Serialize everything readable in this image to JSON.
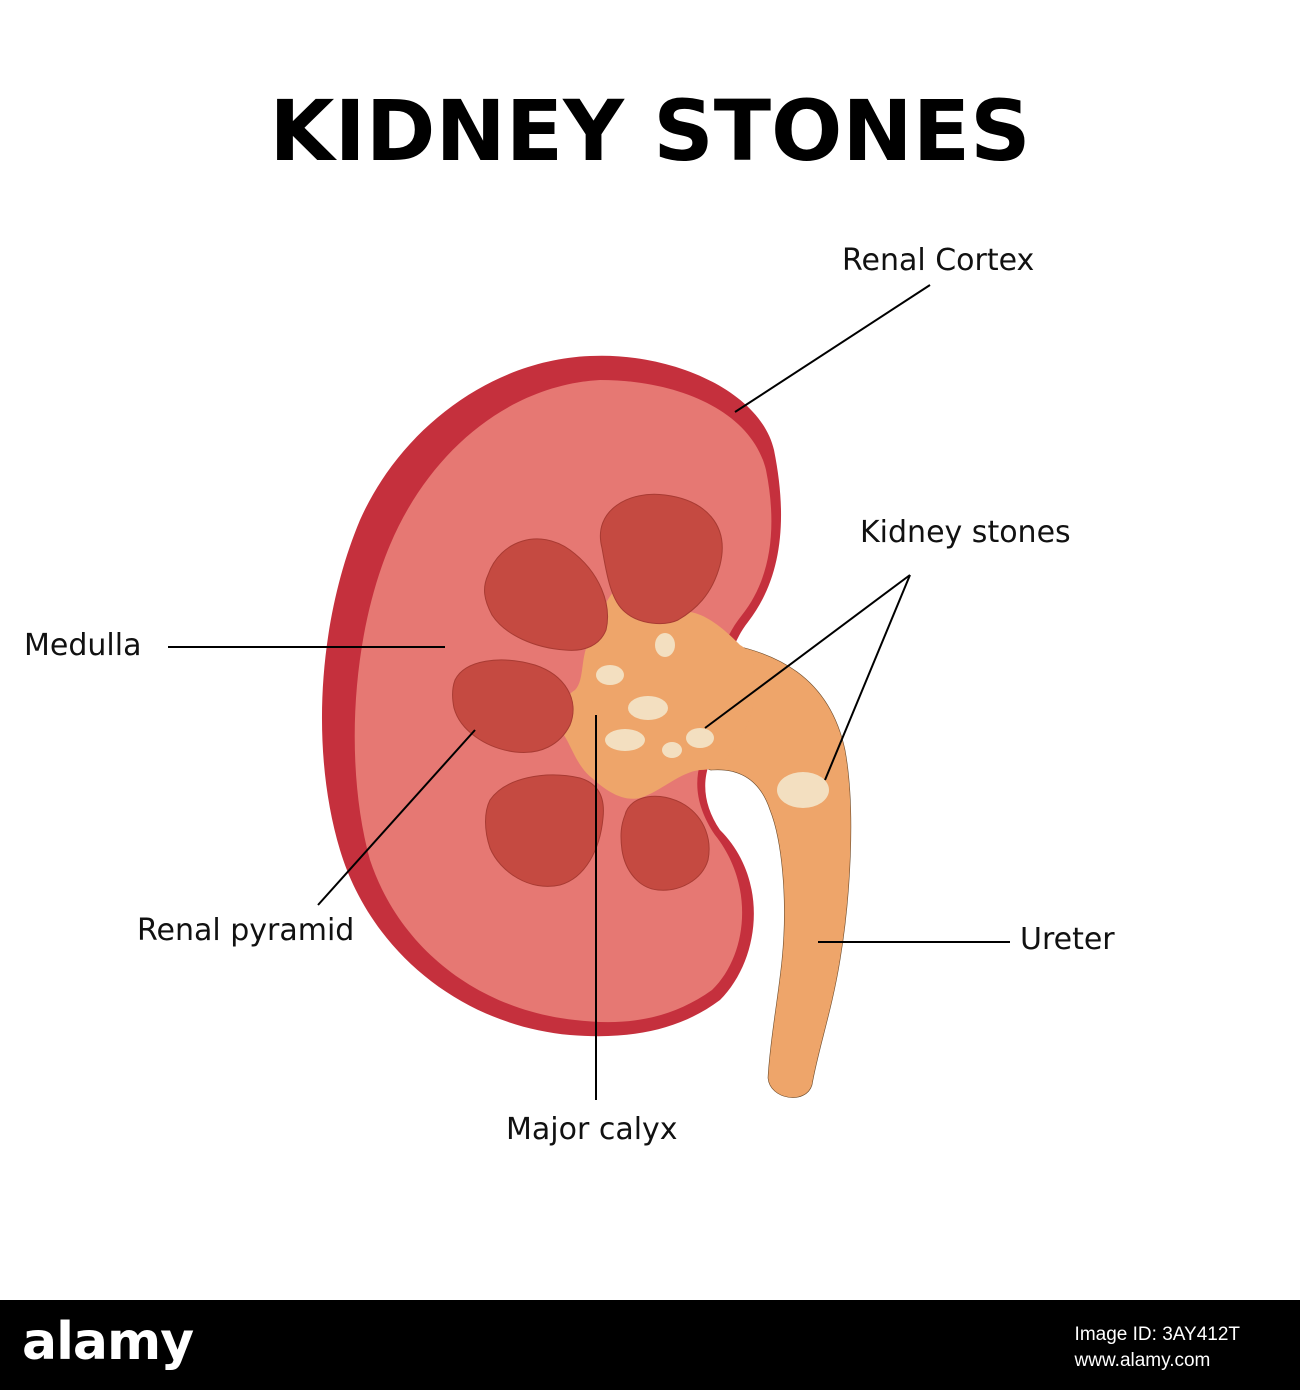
{
  "title": "KIDNEY STONES",
  "labels": {
    "renal_cortex": "Renal Cortex",
    "kidney_stones": "Kidney stones",
    "medulla": "Medulla",
    "renal_pyramid": "Renal pyramid",
    "ureter": "Ureter",
    "major_calyx": "Major calyx"
  },
  "colors": {
    "capsule": "#c5303d",
    "cortex": "#e67873",
    "pyramid": "#c54a41",
    "pelvis": "#eea56a",
    "stone": "#f3dfc0",
    "leader": "#000000",
    "footer_bg": "#000000"
  },
  "footer": {
    "logo": "alamy",
    "image_id": "Image ID: 3AY412T",
    "site": "www.alamy.com"
  }
}
